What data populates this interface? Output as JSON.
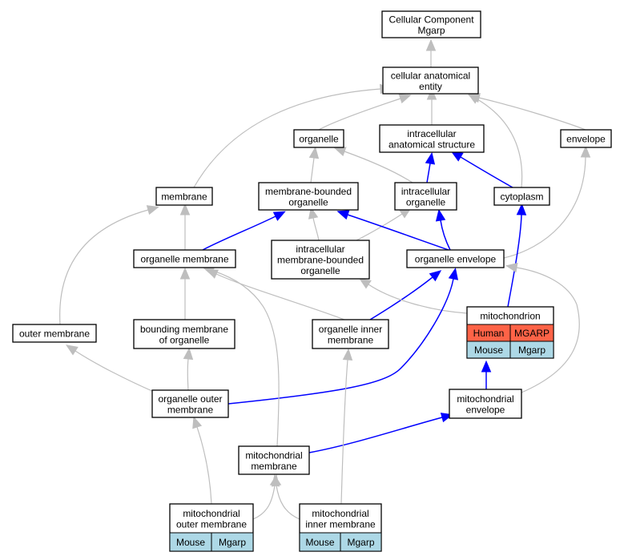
{
  "colors": {
    "node_fill": "#ffffff",
    "node_stroke": "#000000",
    "edge_gray": "#bebebe",
    "edge_blue": "#0000ff",
    "human_fill": "#ff6347",
    "mouse_fill": "#add8e6"
  },
  "nodes": [
    {
      "id": "cellular-component-mgarp",
      "lines": [
        "Cellular Component",
        "Mgarp"
      ]
    },
    {
      "id": "cellular-anatomical-entity",
      "lines": [
        "cellular anatomical",
        "entity"
      ]
    },
    {
      "id": "organelle",
      "lines": [
        "organelle"
      ]
    },
    {
      "id": "intracellular-anatomical-structure",
      "lines": [
        "intracellular",
        "anatomical structure"
      ]
    },
    {
      "id": "envelope",
      "lines": [
        "envelope"
      ]
    },
    {
      "id": "membrane",
      "lines": [
        "membrane"
      ]
    },
    {
      "id": "membrane-bounded-organelle",
      "lines": [
        "membrane-bounded",
        "organelle"
      ]
    },
    {
      "id": "intracellular-organelle",
      "lines": [
        "intracellular",
        "organelle"
      ]
    },
    {
      "id": "cytoplasm",
      "lines": [
        "cytoplasm"
      ]
    },
    {
      "id": "organelle-membrane",
      "lines": [
        "organelle membrane"
      ]
    },
    {
      "id": "intracellular-membrane-bounded-organelle",
      "lines": [
        "intracellular",
        "membrane-bounded",
        "organelle"
      ]
    },
    {
      "id": "organelle-envelope",
      "lines": [
        "organelle envelope"
      ]
    },
    {
      "id": "outer-membrane",
      "lines": [
        "outer membrane"
      ]
    },
    {
      "id": "bounding-membrane-of-organelle",
      "lines": [
        "bounding membrane",
        "of organelle"
      ]
    },
    {
      "id": "organelle-inner-membrane",
      "lines": [
        "organelle inner",
        "membrane"
      ]
    },
    {
      "id": "mitochondrion",
      "lines": [
        "mitochondrion"
      ],
      "annotations": [
        {
          "species": "Human",
          "gene": "MGARP"
        },
        {
          "species": "Mouse",
          "gene": "Mgarp"
        }
      ]
    },
    {
      "id": "organelle-outer-membrane",
      "lines": [
        "organelle outer",
        "membrane"
      ]
    },
    {
      "id": "mitochondrial-envelope",
      "lines": [
        "mitochondrial",
        "envelope"
      ]
    },
    {
      "id": "mitochondrial-membrane",
      "lines": [
        "mitochondrial",
        "membrane"
      ]
    },
    {
      "id": "mitochondrial-outer-membrane",
      "lines": [
        "mitochondrial",
        "outer membrane"
      ],
      "annotations": [
        {
          "species": "Mouse",
          "gene": "Mgarp"
        }
      ]
    },
    {
      "id": "mitochondrial-inner-membrane",
      "lines": [
        "mitochondrial",
        "inner membrane"
      ],
      "annotations": [
        {
          "species": "Mouse",
          "gene": "Mgarp"
        }
      ]
    }
  ],
  "edges": [
    {
      "from": "cellular-anatomical-entity",
      "to": "cellular-component-mgarp",
      "type": "is_a"
    },
    {
      "from": "organelle",
      "to": "cellular-anatomical-entity",
      "type": "is_a"
    },
    {
      "from": "intracellular-anatomical-structure",
      "to": "cellular-anatomical-entity",
      "type": "is_a"
    },
    {
      "from": "envelope",
      "to": "cellular-anatomical-entity",
      "type": "is_a"
    },
    {
      "from": "membrane",
      "to": "cellular-anatomical-entity",
      "type": "is_a"
    },
    {
      "from": "cytoplasm",
      "to": "cellular-anatomical-entity",
      "type": "is_a"
    },
    {
      "from": "membrane-bounded-organelle",
      "to": "organelle",
      "type": "is_a"
    },
    {
      "from": "intracellular-organelle",
      "to": "organelle",
      "type": "is_a"
    },
    {
      "from": "intracellular-organelle",
      "to": "intracellular-anatomical-structure",
      "type": "part_of"
    },
    {
      "from": "cytoplasm",
      "to": "intracellular-anatomical-structure",
      "type": "part_of"
    },
    {
      "from": "organelle-membrane",
      "to": "membrane",
      "type": "is_a"
    },
    {
      "from": "organelle-membrane",
      "to": "membrane-bounded-organelle",
      "type": "part_of"
    },
    {
      "from": "intracellular-membrane-bounded-organelle",
      "to": "membrane-bounded-organelle",
      "type": "is_a"
    },
    {
      "from": "intracellular-membrane-bounded-organelle",
      "to": "intracellular-organelle",
      "type": "is_a"
    },
    {
      "from": "organelle-envelope",
      "to": "membrane-bounded-organelle",
      "type": "part_of"
    },
    {
      "from": "organelle-envelope",
      "to": "intracellular-organelle",
      "type": "part_of"
    },
    {
      "from": "organelle-envelope",
      "to": "envelope",
      "type": "is_a"
    },
    {
      "from": "outer-membrane",
      "to": "membrane",
      "type": "is_a"
    },
    {
      "from": "bounding-membrane-of-organelle",
      "to": "organelle-membrane",
      "type": "is_a"
    },
    {
      "from": "organelle-inner-membrane",
      "to": "organelle-membrane",
      "type": "is_a"
    },
    {
      "from": "organelle-inner-membrane",
      "to": "organelle-envelope",
      "type": "part_of"
    },
    {
      "from": "mitochondrion",
      "to": "intracellular-membrane-bounded-organelle",
      "type": "is_a"
    },
    {
      "from": "mitochondrion",
      "to": "cytoplasm",
      "type": "part_of"
    },
    {
      "from": "organelle-outer-membrane",
      "to": "outer-membrane",
      "type": "is_a"
    },
    {
      "from": "organelle-outer-membrane",
      "to": "bounding-membrane-of-organelle",
      "type": "is_a"
    },
    {
      "from": "organelle-outer-membrane",
      "to": "organelle-envelope",
      "type": "part_of"
    },
    {
      "from": "mitochondrial-envelope",
      "to": "organelle-envelope",
      "type": "is_a"
    },
    {
      "from": "mitochondrial-envelope",
      "to": "mitochondrion",
      "type": "part_of"
    },
    {
      "from": "mitochondrial-membrane",
      "to": "organelle-membrane",
      "type": "is_a"
    },
    {
      "from": "mitochondrial-membrane",
      "to": "mitochondrial-envelope",
      "type": "part_of"
    },
    {
      "from": "mitochondrial-outer-membrane",
      "to": "organelle-outer-membrane",
      "type": "is_a"
    },
    {
      "from": "mitochondrial-outer-membrane",
      "to": "mitochondrial-membrane",
      "type": "is_a"
    },
    {
      "from": "mitochondrial-inner-membrane",
      "to": "mitochondrial-membrane",
      "type": "is_a"
    },
    {
      "from": "mitochondrial-inner-membrane",
      "to": "organelle-inner-membrane",
      "type": "is_a"
    }
  ]
}
